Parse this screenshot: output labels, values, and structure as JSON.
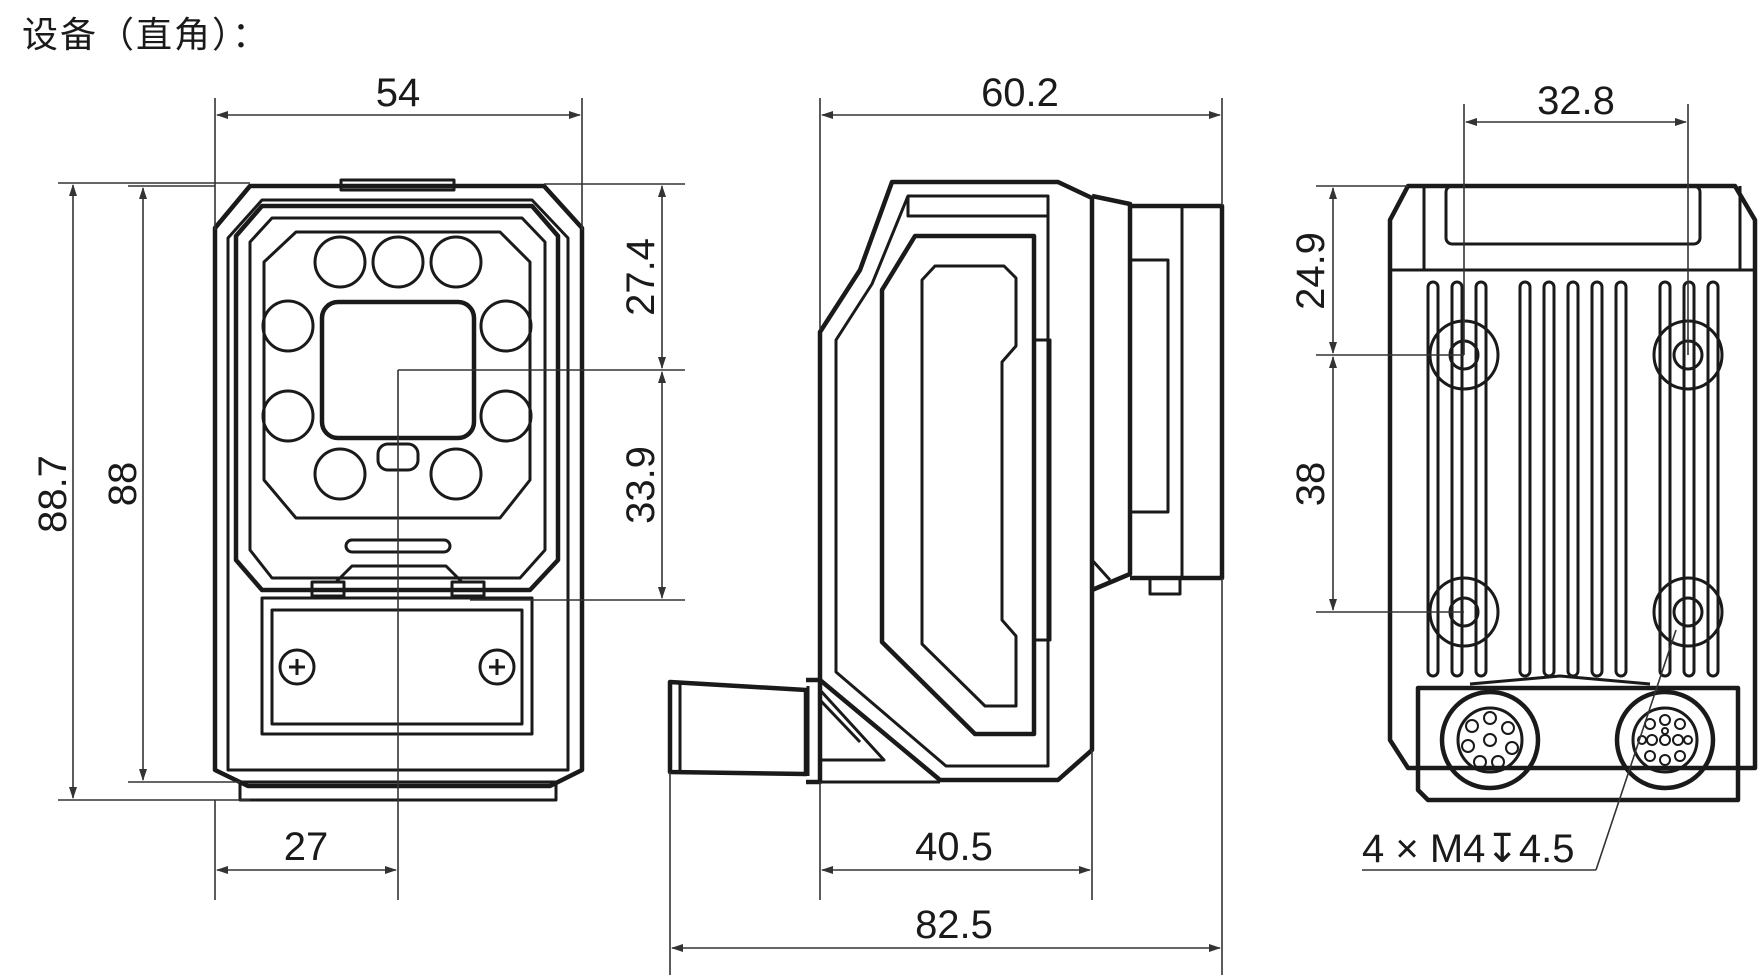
{
  "title": "设备（直角）：",
  "views": {
    "front": {
      "width": "54",
      "height_total": "88.7",
      "height_body": "88",
      "top_to_center": "27.4",
      "center_to_mount": "33.9",
      "half_width": "27"
    },
    "side": {
      "depth": "60.2",
      "body_depth": "40.5",
      "total_depth": "82.5"
    },
    "back": {
      "hole_spacing_x": "32.8",
      "top_to_hole": "24.9",
      "hole_spacing_y": "38",
      "hole_spec": "4 × M4↧4.5"
    }
  },
  "colors": {
    "line": "#1a1a1a",
    "dimension": "#333333"
  }
}
